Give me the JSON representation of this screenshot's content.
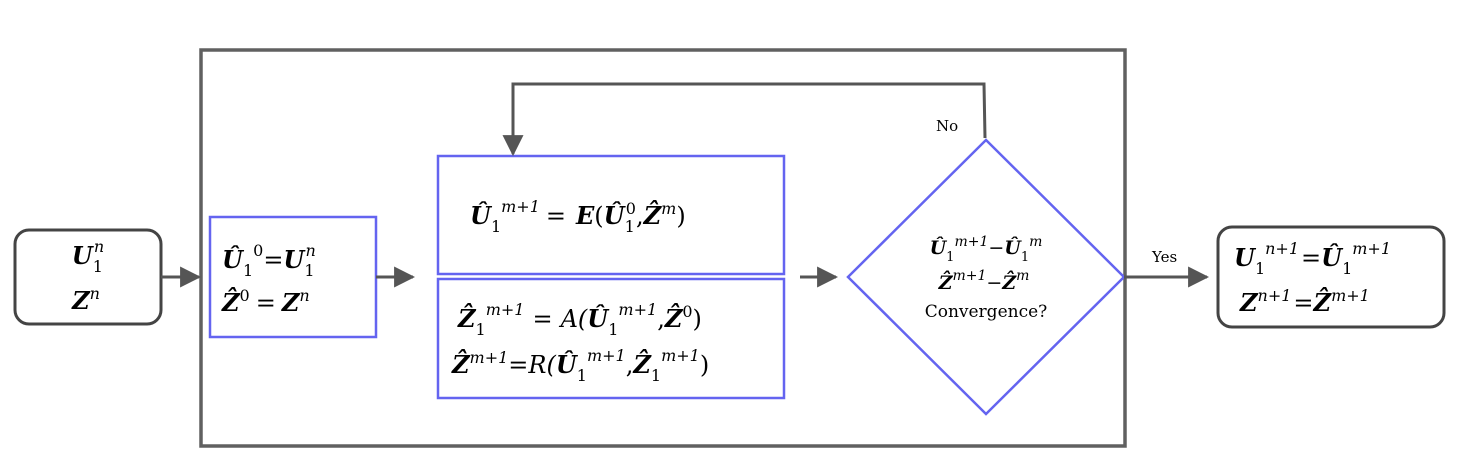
{
  "colors": {
    "outer_frame": "#606060",
    "blue_boxes": "#6464f0",
    "arrows": "#555555",
    "text": "#000000"
  },
  "input_node": {
    "line1": "U",
    "line1_sub": "1",
    "line1_sup": "n",
    "line2": "Z",
    "line2_sup": "n"
  },
  "init_box": {
    "line1_lhs": "Û",
    "line1_sub": "1",
    "line1_sup": "0",
    "line1_eq": "=",
    "line1_rhs": "U",
    "line1_rhs_sub": "1",
    "line1_rhs_sup": "n",
    "line2_lhs": "Ẑ",
    "line2_sup": "0",
    "line2_eq": "=",
    "line2_rhs": "Z",
    "line2_rhs_sup": "n"
  },
  "e_box": {
    "lhs": "Û",
    "lhs_sub": "1",
    "lhs_sup": "m+1",
    "eq": "=",
    "fn": "E",
    "arg_open": "(",
    "arg1": "Û",
    "arg1_sub": "1",
    "arg1_sup": "0",
    "comma": ",",
    "arg2": "Ẑ",
    "arg2_sup": "m",
    "arg_close": ")"
  },
  "ar_box": {
    "line1_lhs": "Ẑ",
    "line1_sub": "1",
    "line1_sup": "m+1",
    "line1_eq": "=",
    "line1_fn": "A(",
    "line1_arg1": "Û",
    "line1_arg1_sub": "1",
    "line1_arg1_sup": "m+1",
    "line1_comma": ",",
    "line1_arg2": "Ẑ",
    "line1_arg2_sup": "0",
    "line1_close": ")",
    "line2_lhs": "Ẑ",
    "line2_sup": "m+1",
    "line2_eq": "=",
    "line2_fn": "R(",
    "line2_arg1": "Û",
    "line2_arg1_sub": "1",
    "line2_arg1_sup": "m+1",
    "line2_comma": ",",
    "line2_arg2": "Ẑ",
    "line2_arg2_sub": "1",
    "line2_arg2_sup": "m+1",
    "line2_close": ")"
  },
  "decision": {
    "line1_a": "Û",
    "line1_a_sub": "1",
    "line1_a_sup": "m+1",
    "line1_minus": "−",
    "line1_b": "Û",
    "line1_b_sub": "1",
    "line1_b_sup": "m",
    "line2_a": "Ẑ",
    "line2_a_sup": "m+1",
    "line2_minus": "−",
    "line2_b": "Ẑ",
    "line2_b_sup": "m",
    "line3": "Convergence?"
  },
  "edge_labels": {
    "no": "No",
    "yes": "Yes"
  },
  "output_node": {
    "line1_lhs": "U",
    "line1_sub": "1",
    "line1_sup": "n+1",
    "line1_eq": "=",
    "line1_rhs": "Û",
    "line1_rhs_sub": "1",
    "line1_rhs_sup": "m+1",
    "line2_lhs": "Z",
    "line2_sup": "n+1",
    "line2_eq": "=",
    "line2_rhs": "Ẑ",
    "line2_rhs_sup": "m+1"
  }
}
